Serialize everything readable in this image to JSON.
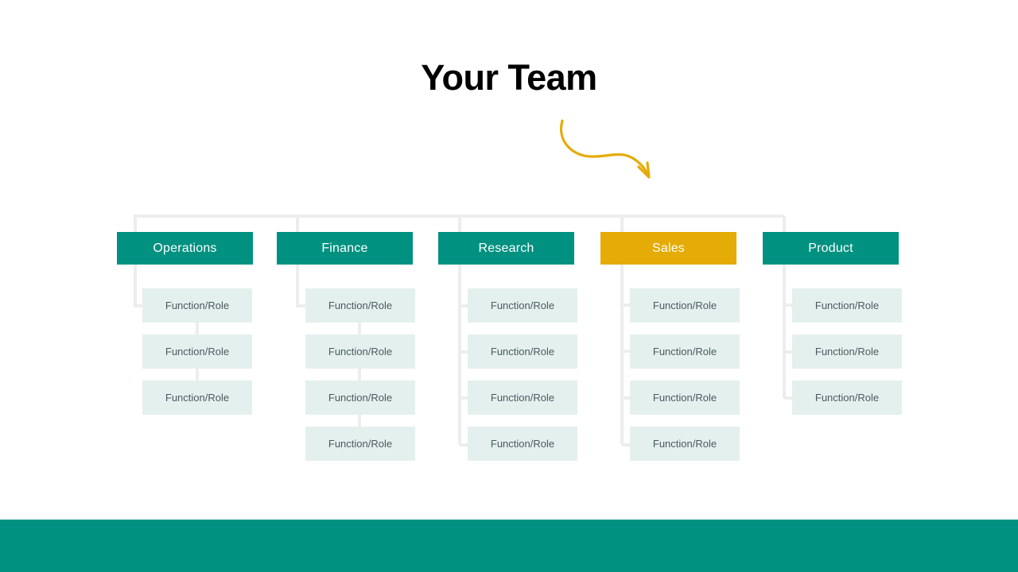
{
  "page": {
    "title": "Your Team",
    "background_color": "#FFFFFF"
  },
  "theme": {
    "teal": "#009180",
    "amber": "#E5AB06",
    "role_box_fill": "#E4F0EE",
    "role_box_text": "#4A5A60",
    "connector_line": "#EDEDED",
    "header_text": "#FFFFFF",
    "title_text": "#000000",
    "arrow_color": "#E5AB06"
  },
  "decorations": {
    "arrow": "curved-arrow-icon"
  },
  "org_chart": {
    "columns": [
      {
        "id": "operations",
        "label": "Operations",
        "accent": "teal",
        "connector_style": "stacked",
        "roles": [
          {
            "label": "Function/Role"
          },
          {
            "label": "Function/Role"
          },
          {
            "label": "Function/Role"
          }
        ]
      },
      {
        "id": "finance",
        "label": "Finance",
        "accent": "teal",
        "connector_style": "stacked",
        "roles": [
          {
            "label": "Function/Role"
          },
          {
            "label": "Function/Role"
          },
          {
            "label": "Function/Role"
          },
          {
            "label": "Function/Role"
          }
        ]
      },
      {
        "id": "research",
        "label": "Research",
        "accent": "teal",
        "connector_style": "spine",
        "roles": [
          {
            "label": "Function/Role"
          },
          {
            "label": "Function/Role"
          },
          {
            "label": "Function/Role"
          },
          {
            "label": "Function/Role"
          }
        ]
      },
      {
        "id": "sales",
        "label": "Sales",
        "accent": "amber",
        "connector_style": "spine",
        "roles": [
          {
            "label": "Function/Role"
          },
          {
            "label": "Function/Role"
          },
          {
            "label": "Function/Role"
          },
          {
            "label": "Function/Role"
          }
        ]
      },
      {
        "id": "product",
        "label": "Product",
        "accent": "teal",
        "connector_style": "spine",
        "roles": [
          {
            "label": "Function/Role"
          },
          {
            "label": "Function/Role"
          },
          {
            "label": "Function/Role"
          }
        ]
      }
    ]
  },
  "footer": {
    "band_color": "#009180"
  }
}
